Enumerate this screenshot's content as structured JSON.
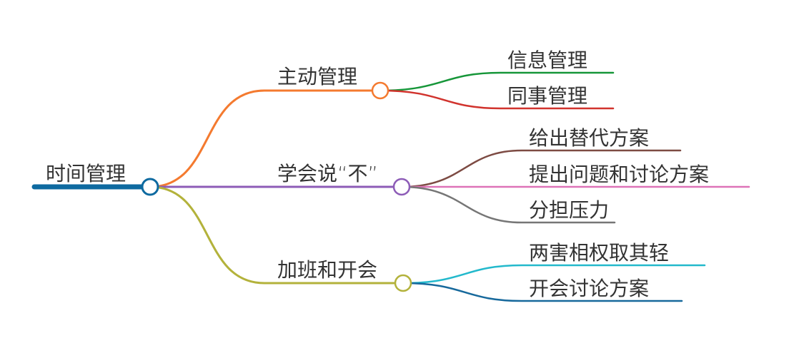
{
  "root": {
    "label": "时间管理",
    "color": "#0e6aa0"
  },
  "branches": [
    {
      "label": "主动管理",
      "color": "#f47a2f",
      "children": [
        {
          "label": "信息管理",
          "color": "#169639"
        },
        {
          "label": "同事管理",
          "color": "#d1332d"
        }
      ]
    },
    {
      "label": "学会说“不”",
      "color": "#8d5cb7",
      "children": [
        {
          "label": "给出替代方案",
          "color": "#7d4b43"
        },
        {
          "label": "提出问题和讨论方案",
          "color": "#de73b8"
        },
        {
          "label": "分担压力",
          "color": "#767676"
        }
      ]
    },
    {
      "label": "加班和开会",
      "color": "#b3b23b",
      "children": [
        {
          "label": "两害相权取其轻",
          "color": "#23b9cc"
        },
        {
          "label": "开会讨论方案",
          "color": "#17699c"
        }
      ]
    }
  ]
}
